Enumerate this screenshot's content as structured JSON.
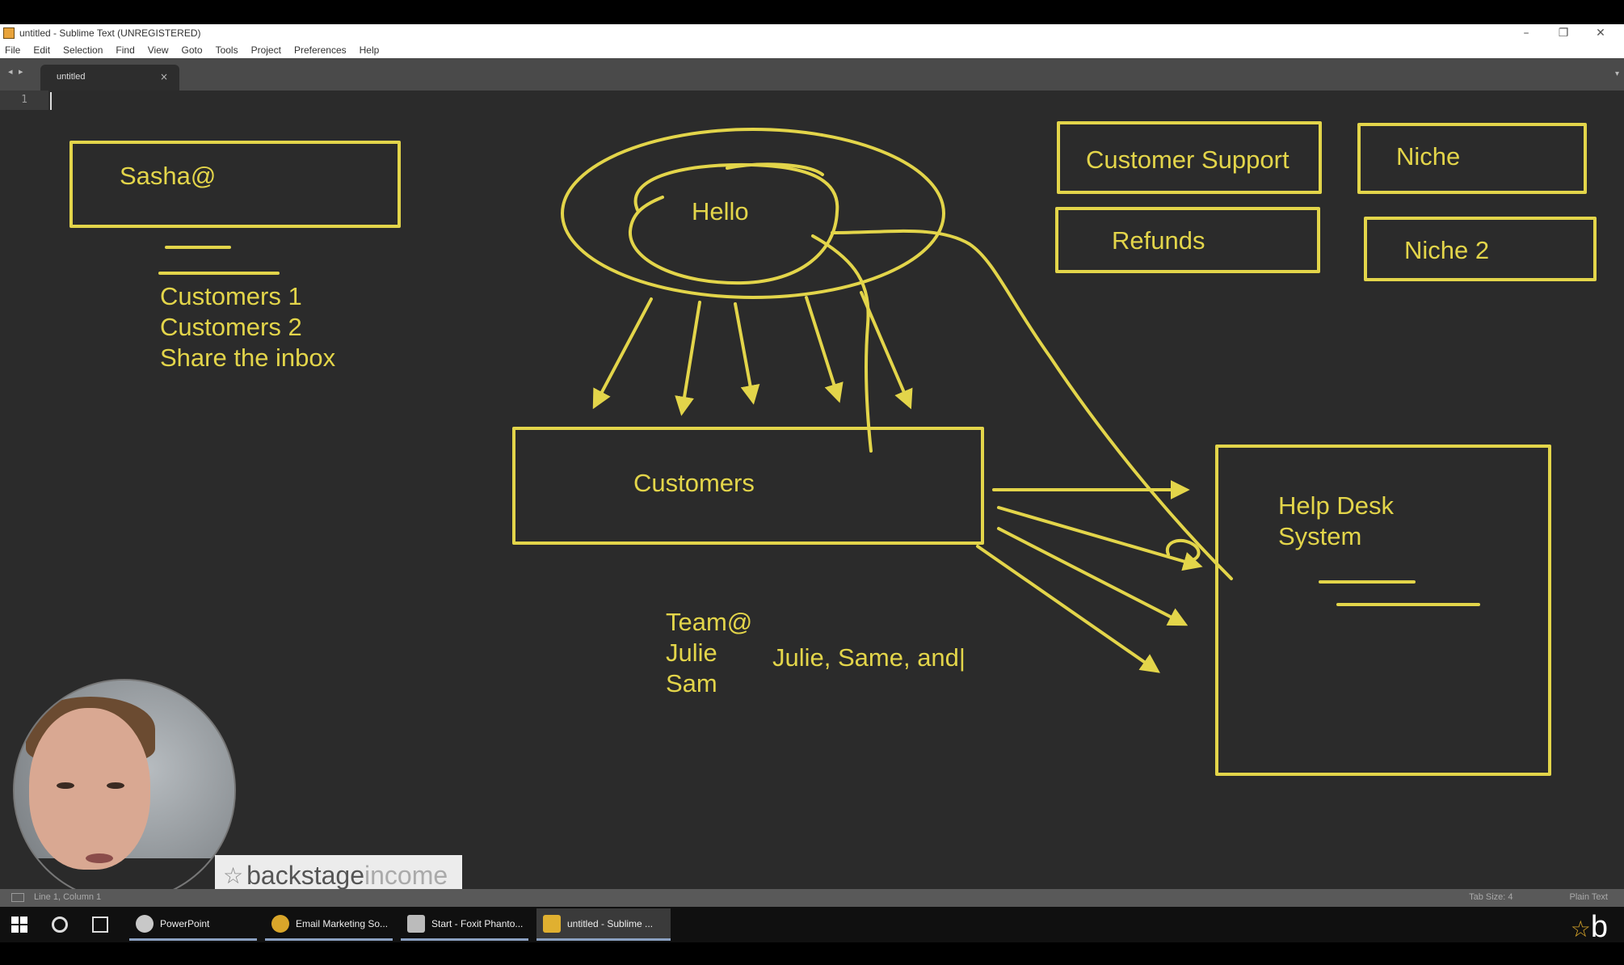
{
  "window": {
    "title": "untitled - Sublime Text (UNREGISTERED)",
    "controls": {
      "minimize": "–",
      "restore": "❐",
      "close": "✕"
    }
  },
  "menu": [
    "File",
    "Edit",
    "Selection",
    "Find",
    "View",
    "Goto",
    "Tools",
    "Project",
    "Preferences",
    "Help"
  ],
  "tabs": {
    "nav": "◂ ▸",
    "active_tab": "untitled",
    "close": "×",
    "dropdown": "▾"
  },
  "editor": {
    "line_number": "1"
  },
  "drawing": {
    "sasha_box": "Sasha@",
    "sasha_list": [
      "Customers 1",
      "Customers 2",
      "Share the inbox"
    ],
    "hello": "Hello",
    "customers_box": "Customers",
    "team": [
      "Team@",
      "Julie",
      "Sam"
    ],
    "team_note": "Julie, Same, and|",
    "boxes": {
      "customer_support": "Customer Support",
      "niche": "Niche",
      "refunds": "Refunds",
      "niche2": "Niche 2"
    },
    "helpdesk": [
      "Help Desk",
      "System"
    ],
    "ink_color": "#e3d54a"
  },
  "overlay": {
    "brand_part1": "backstage",
    "brand_part2": "income",
    "brand_star": "☆"
  },
  "statusbar": {
    "left": "Line 1, Column 1",
    "tab_size": "Tab Size: 4",
    "syntax": "Plain Text"
  },
  "taskbar": {
    "apps": [
      {
        "label": "PowerPoint",
        "icon_color": "#c8c8c8",
        "active": false
      },
      {
        "label": "Email Marketing So...",
        "icon_color": "#d9a62a",
        "active": false
      },
      {
        "label": "Start - Foxit Phanto...",
        "icon_color": "#bbbbbb",
        "active": false
      },
      {
        "label": "untitled - Sublime ...",
        "icon_color": "#e0b030",
        "active": true
      }
    ],
    "logo_star": "☆",
    "logo_letter": "b"
  }
}
